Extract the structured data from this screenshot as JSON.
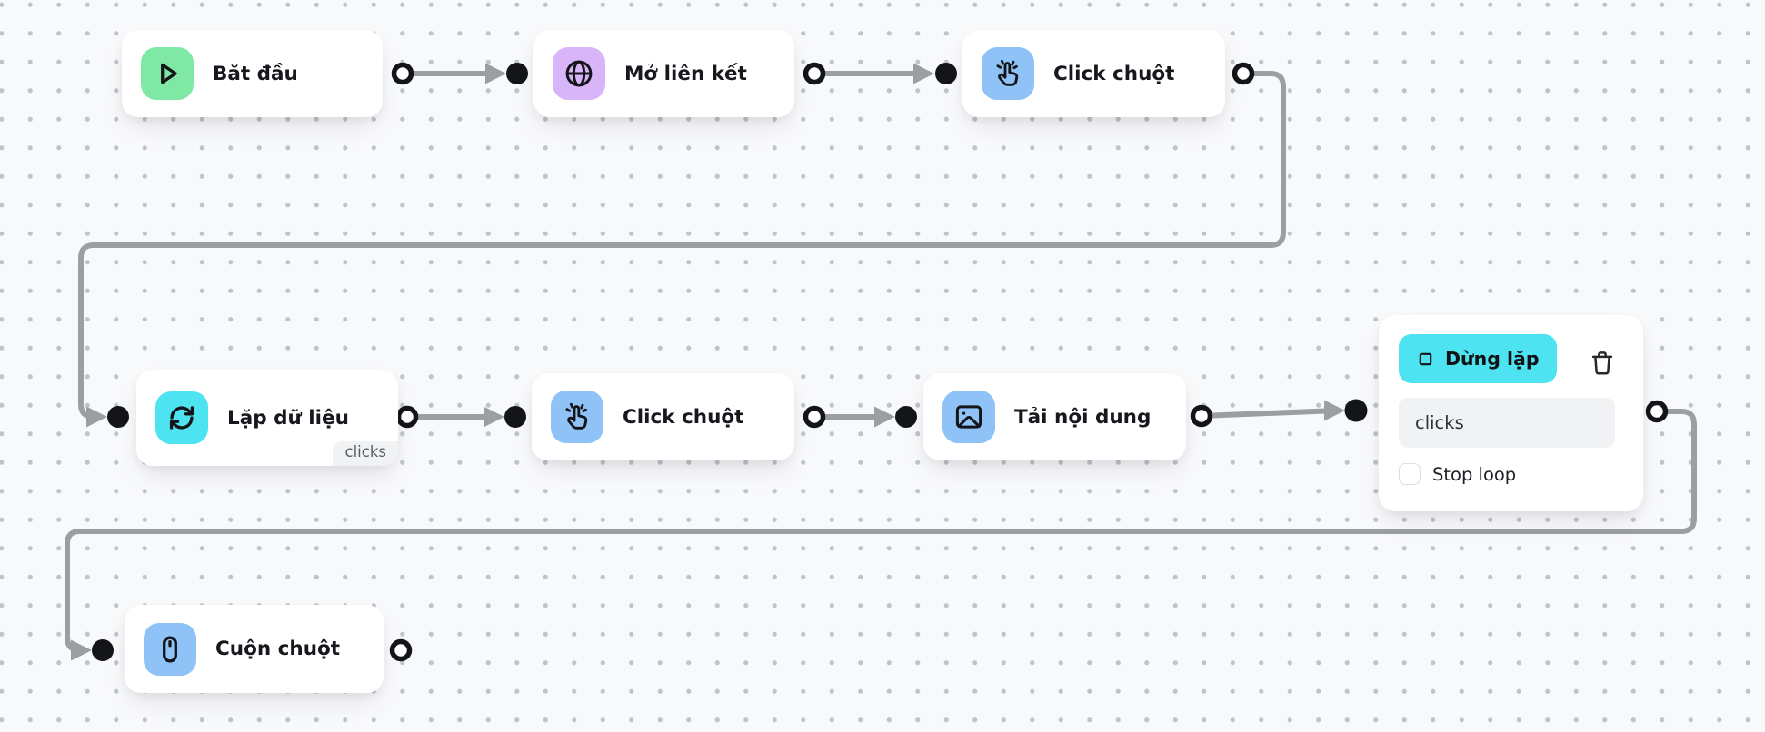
{
  "canvas": {
    "background": "#f8f9fb",
    "dot_color": "#c0c3c9"
  },
  "colors": {
    "green": "#7fe8a4",
    "purple": "#d8b5f8",
    "blue": "#8fc3f7",
    "cyan": "#4ee3f0",
    "edge_gray": "#9b9ea3",
    "port_black": "#141519"
  },
  "nodes": {
    "start": {
      "title": "Băt đầu",
      "icon": "play-icon"
    },
    "open_link": {
      "title": "Mở liên kết",
      "icon": "globe-icon"
    },
    "click_1": {
      "title": "Click chuột",
      "icon": "tap-icon"
    },
    "loop": {
      "title": "Lặp dữ liệu",
      "icon": "loop-icon",
      "badge": "clicks"
    },
    "click_2": {
      "title": "Click chuột",
      "icon": "tap-icon"
    },
    "download": {
      "title": "Tải nội dung",
      "icon": "image-icon"
    },
    "stop_loop": {
      "button_label": "Dừng lặp",
      "input_value": "clicks",
      "checkbox_label": "Stop loop",
      "checkbox_checked": false
    },
    "scroll": {
      "title": "Cuộn chuột",
      "icon": "mouse-icon"
    }
  }
}
